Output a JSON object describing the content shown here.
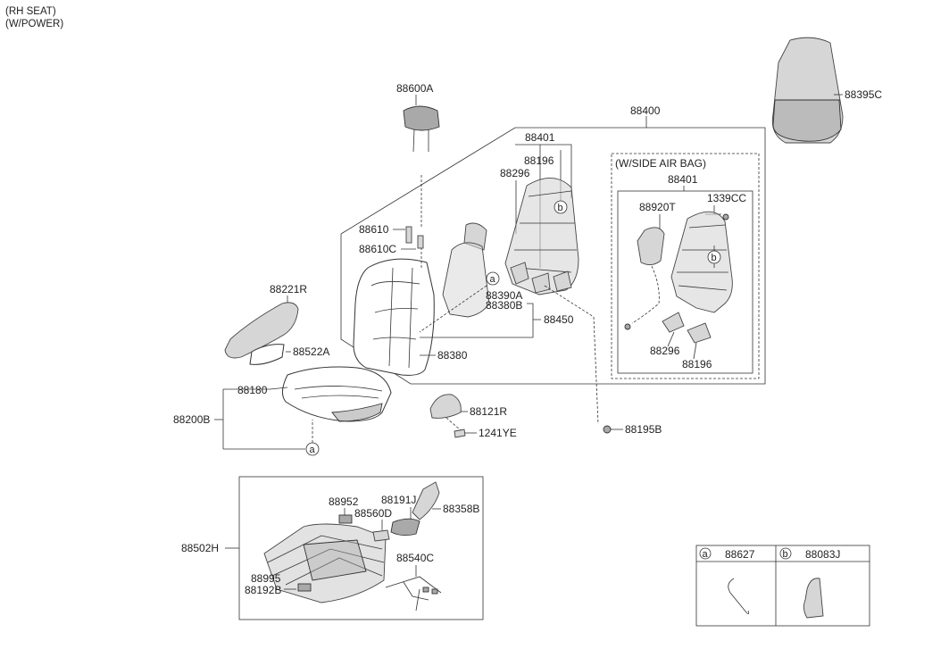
{
  "header": {
    "line1": "(RH SEAT)",
    "line2": "(W/POWER)"
  },
  "labels": {
    "p88600A": "88600A",
    "p88400": "88400",
    "p88395C": "88395C",
    "p88401_main": "88401",
    "p88196_main": "88196",
    "p88296_main": "88296",
    "side_airbag": "(W/SIDE AIR BAG)",
    "p88401_sab": "88401",
    "p88920T": "88920T",
    "p1339CC": "1339CC",
    "p88610": "88610",
    "p88610C": "88610C",
    "p88390A": "88390A",
    "p88380B": "88380B",
    "p88450": "88450",
    "p88380": "88380",
    "p88221R": "88221R",
    "p88522A": "88522A",
    "p88180": "88180",
    "p88200B": "88200B",
    "p88121R": "88121R",
    "p1241YE": "1241YE",
    "p88195B": "88195B",
    "p88296_sab": "88296",
    "p88196_sab": "88196",
    "p88952": "88952",
    "p88191J": "88191J",
    "p88358B": "88358B",
    "p88560D": "88560D",
    "p88502H": "88502H",
    "p88540C": "88540C",
    "p88995": "88995",
    "p88192B": "88192B"
  },
  "callouts": {
    "a": "a",
    "b": "b"
  },
  "legend": {
    "items": [
      {
        "ref": "a",
        "part": "88627"
      },
      {
        "ref": "b",
        "part": "88083J"
      }
    ]
  }
}
